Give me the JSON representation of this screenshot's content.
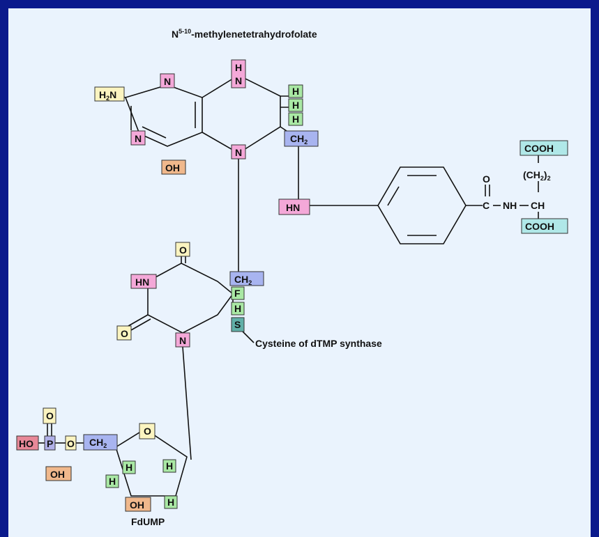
{
  "title": {
    "main": "N",
    "sup": "5-10",
    "rest": "-methylenetetrahydrofolate"
  },
  "labels": {
    "cysteine": "Cysteine of dTMP synthase",
    "fdump": "FdUMP"
  },
  "groups": {
    "h2n": {
      "main": "H",
      "sub": "2",
      "rest": "N"
    },
    "n_top": "N",
    "h_n5": "H",
    "n5": "N",
    "h_a": "H",
    "h_b": "H",
    "h_c": "H",
    "ch2_folate": {
      "main": "CH",
      "sub": "2"
    },
    "n_left": "N",
    "n10": "N",
    "oh_folate": "OH",
    "hn_benz": "HN",
    "carbonyl_o": "O",
    "nh": "NH",
    "cooh_top": "COOH",
    "ch2_2": {
      "open": "(CH",
      "sub": "2",
      "close": ")",
      "sub2": "2"
    },
    "ch": "CH",
    "cooh_bottom": "COOH",
    "o_top": "O",
    "hn_ura": "HN",
    "ch2_ura": {
      "main": "CH",
      "sub": "2"
    },
    "f": "F",
    "h_ura": "H",
    "s": "S",
    "o_left": "O",
    "n_ura": "N",
    "o_phos": "O",
    "ho": "HO",
    "p": "P",
    "o_bridge": "O",
    "ch2_sugar": {
      "main": "CH",
      "sub": "2"
    },
    "o_ring": "O",
    "oh_phos": "OH",
    "h_s1": "H",
    "h_s2": "H",
    "h_s3": "H",
    "oh_sugar": "OH",
    "h_s4": "H"
  },
  "colors": {
    "pink": "#f4a8d8",
    "green": "#a9e8a4",
    "blue": "#a8b4f0",
    "yellow": "#fbf4c0",
    "orange": "#f0b88c",
    "teal": "#b0e8e8",
    "red": "#e88898",
    "lavender": "#b0b0e8",
    "teal_dark": "#60b0a8"
  }
}
